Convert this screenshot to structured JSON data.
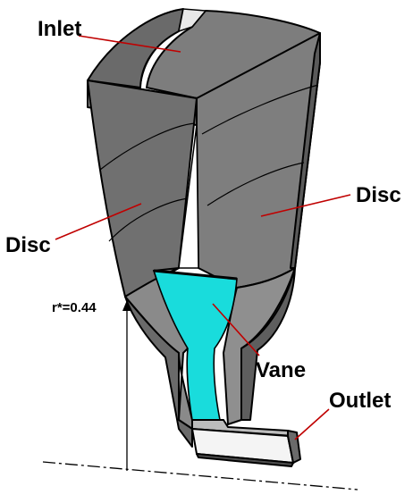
{
  "labels": {
    "inlet": "Inlet",
    "disc_left": "Disc",
    "disc_right": "Disc",
    "vane": "Vane",
    "outlet": "Outlet",
    "radius": "r*=0.44"
  },
  "colors": {
    "disc_dark": "#5e5e5e",
    "disc_mid": "#7a7a7a",
    "disc_light": "#9a9a9a",
    "vane": "#19dcdc",
    "leader": "#c00000",
    "outline": "#000000",
    "background": "#ffffff"
  }
}
